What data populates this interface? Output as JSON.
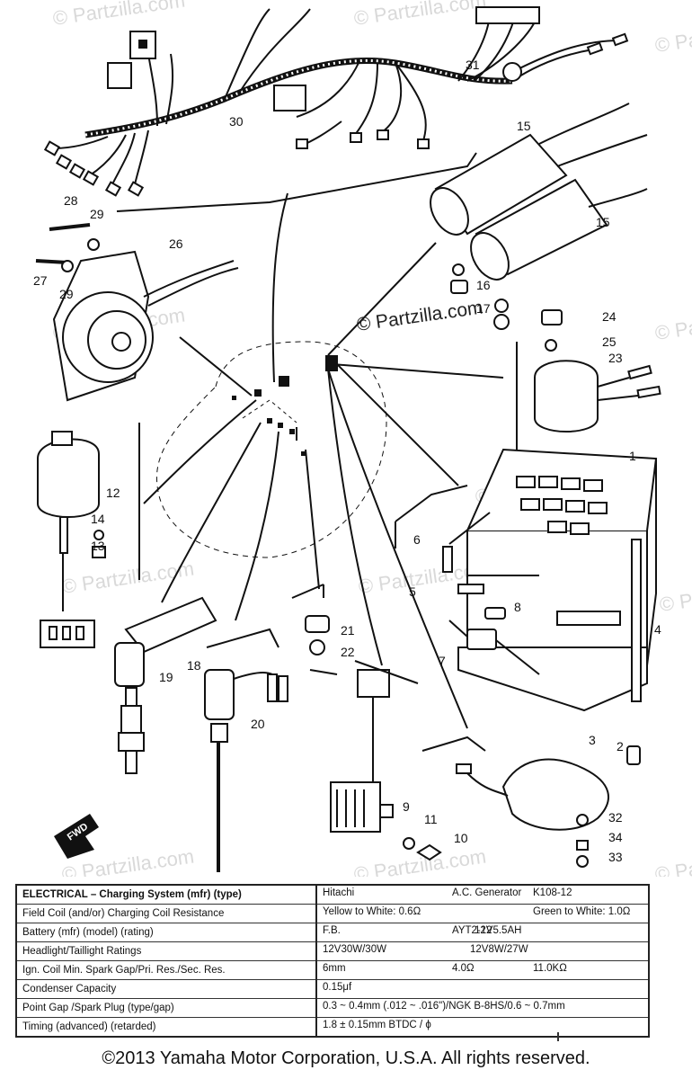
{
  "diagram": {
    "watermark_repeat": "© Partzilla.com",
    "watermark_center": "© Partzilla.com",
    "fwd_label": "FWD",
    "callouts": [
      "1",
      "2",
      "3",
      "4",
      "5",
      "6",
      "7",
      "8",
      "9",
      "10",
      "11",
      "12",
      "13",
      "14",
      "15",
      "15",
      "16",
      "17",
      "18",
      "19",
      "20",
      "21",
      "22",
      "23",
      "24",
      "25",
      "26",
      "27",
      "28",
      "29",
      "29",
      "30",
      "31",
      "32",
      "33",
      "34"
    ]
  },
  "spec_table": {
    "rows": [
      {
        "param": "ELECTRICAL – Charging System (mfr) (type)",
        "v1": "Hitachi",
        "v2": "A.C. Generator",
        "v3": "K108-12"
      },
      {
        "param": "Field Coil (and/or) Charging Coil Resistance",
        "v1": "Yellow to White: 0.6Ω",
        "v2": "",
        "v3": "Green to White: 1.0Ω"
      },
      {
        "param": "Battery (mfr) (model) (rating)",
        "v1": "F.B.",
        "v2": "AYT2-12",
        "v3": "12V5.5AH"
      },
      {
        "param": "Headlight/Taillight Ratings",
        "v1": "12V30W/30W",
        "v2": "",
        "v3": "12V8W/27W"
      },
      {
        "param": "Ign. Coil Min. Spark Gap/Pri. Res./Sec. Res.",
        "v1": "6mm",
        "v2": "4.0Ω",
        "v3": "11.0KΩ"
      },
      {
        "param": "Condenser Capacity",
        "v1": "0.15μf",
        "v2": "",
        "v3": ""
      },
      {
        "param": "Point Gap /Spark Plug (type/gap)",
        "v1": "0.3 ~ 0.4mm (.012 ~ .016\")/NGK B-8HS/0.6 ~ 0.7mm",
        "v2": "",
        "v3": ""
      },
      {
        "param": "Timing (advanced) (retarded)",
        "v1": "1.8 ± 0.15mm BTDC / ϕ",
        "v2": "",
        "v3": ""
      }
    ]
  },
  "footer": {
    "copyright": "©2013 Yamaha Motor Corporation, U.S.A. All rights reserved."
  }
}
